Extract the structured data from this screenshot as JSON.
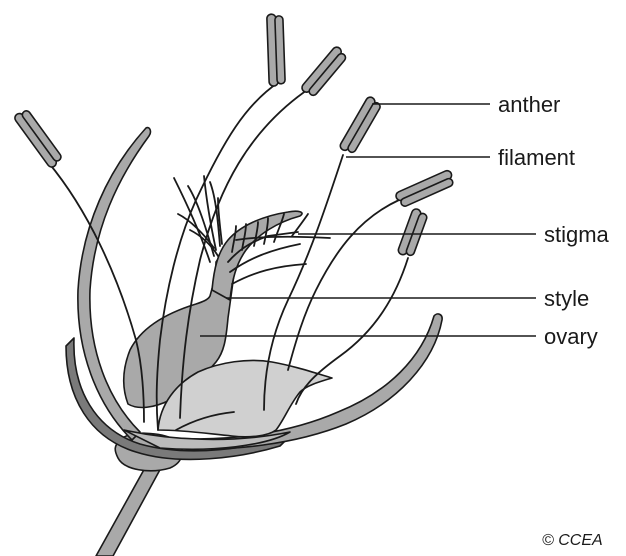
{
  "diagram": {
    "labels": {
      "anther": "anther",
      "filament": "filament",
      "stigma": "stigma",
      "style": "style",
      "ovary": "ovary"
    },
    "copyright": "© CCEA"
  },
  "colors": {
    "line": "#1a1a1a",
    "light_grey": "#d0d0d0",
    "mid_grey": "#a9a9a9",
    "dark_grey": "#7a7a7a"
  }
}
